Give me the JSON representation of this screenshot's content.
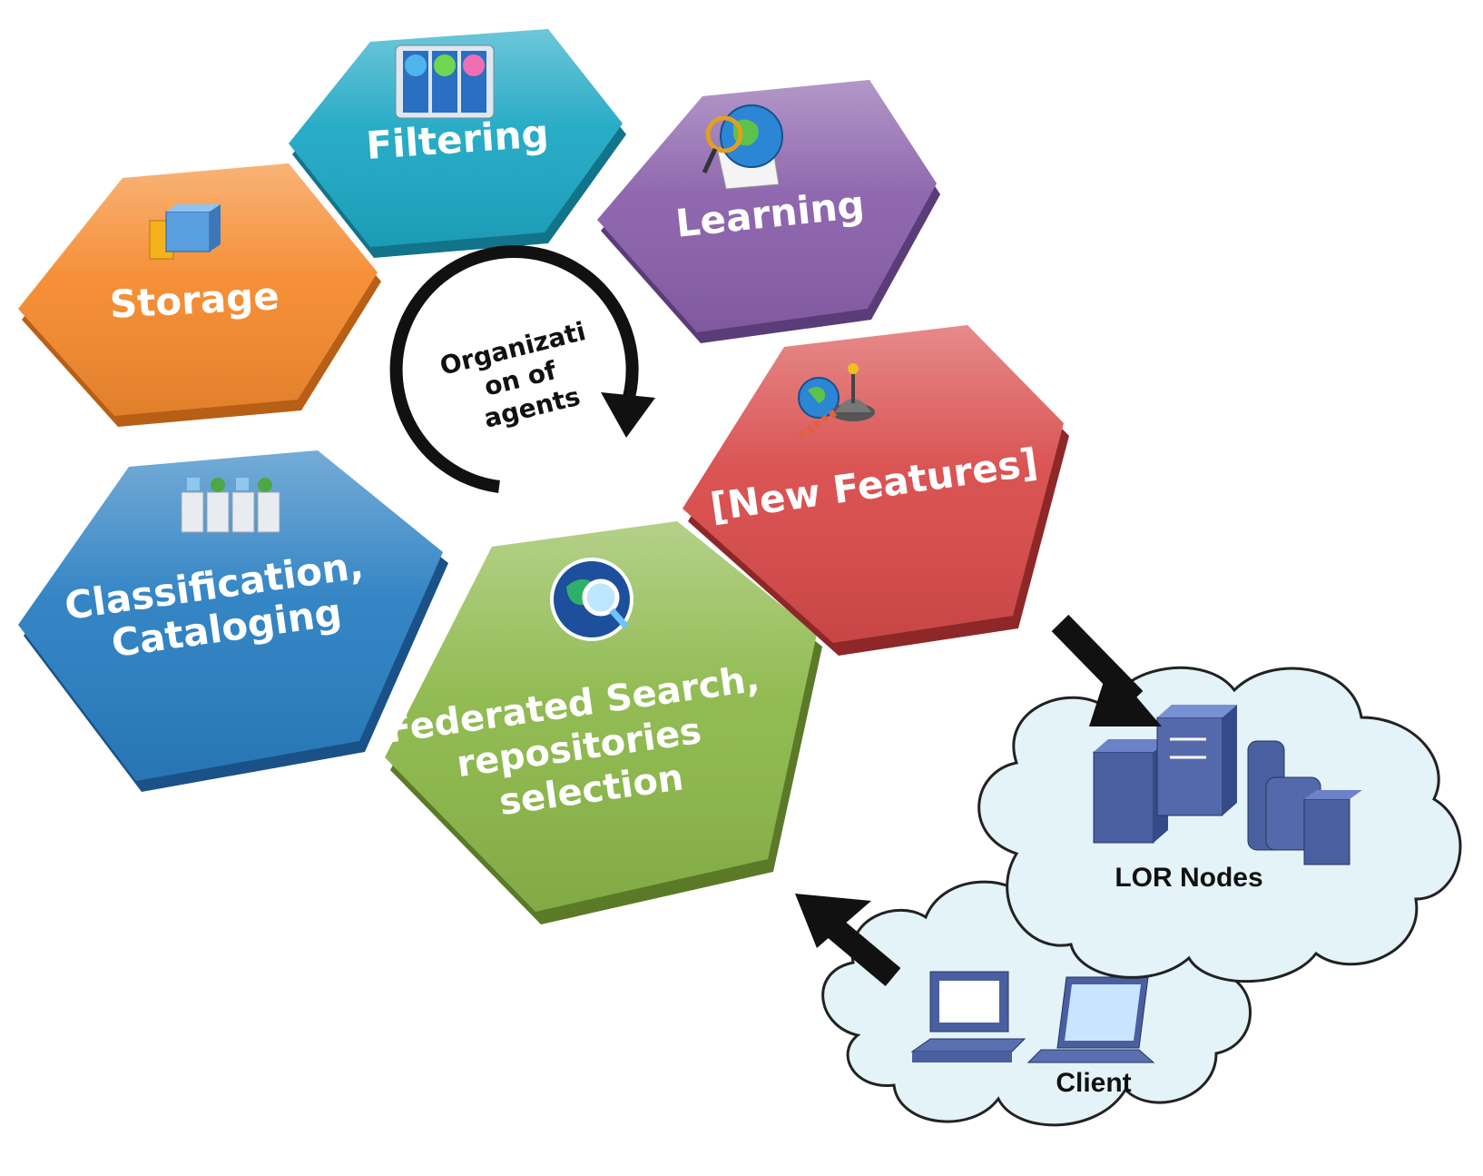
{
  "colors": {
    "filtering": "#1ea8c4",
    "learning": "#8a60ab",
    "storage": "#f58a2e",
    "new_features": "#d94b4b",
    "classification": "#2a7fc2",
    "federated": "#8cb84a",
    "cloud": "#e3f3f8",
    "cloud_stroke": "#222222",
    "arrow": "#111111"
  },
  "hexagons": {
    "filtering": {
      "icon": "filter-bars-icon",
      "lines": [
        "Filtering"
      ]
    },
    "learning": {
      "icon": "globe-magnifier-icon",
      "lines": [
        "Learning"
      ]
    },
    "storage": {
      "icon": "storage-boxes-icon",
      "lines": [
        "Storage"
      ]
    },
    "new_features": {
      "icon": "globe-satellite-icon",
      "lines": [
        "[New Features]"
      ]
    },
    "classification": {
      "icon": "catalog-boxes-icon",
      "lines": [
        "Classification,",
        "Cataloging"
      ]
    },
    "federated": {
      "icon": "search-globe-icon",
      "lines": [
        "Federated Search,",
        "repositories",
        "selection"
      ]
    }
  },
  "cycle": {
    "lines": [
      "Organizati",
      "on of",
      "agents"
    ]
  },
  "clouds": {
    "lor": {
      "label": "LOR Nodes",
      "icon": "server-cluster-icon"
    },
    "client": {
      "label": "Client",
      "icon": "computers-icon"
    }
  }
}
